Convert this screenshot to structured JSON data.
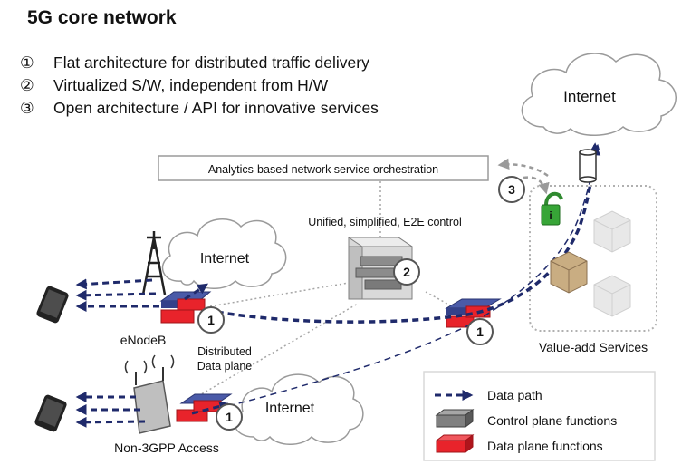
{
  "title": "5G core network",
  "points": [
    {
      "num": "①",
      "text": "Flat architecture for distributed traffic delivery"
    },
    {
      "num": "②",
      "text": "Virtualized S/W, independent from H/W"
    },
    {
      "num": "③",
      "text": "Open architecture / API for innovative services"
    }
  ],
  "orchestration_label": "Analytics-based network service orchestration",
  "control_label": "Unified, simplified, E2E control",
  "clouds": {
    "top_right": "Internet",
    "mid_left": "Internet",
    "bottom": "Internet"
  },
  "labels": {
    "enodeb": "eNodeB",
    "distributed_line1": "Distributed",
    "distributed_line2": "Data plane",
    "value_add": "Value-add Services",
    "non3gpp": "Non-3GPP Access"
  },
  "badges": {
    "enodeb": "1",
    "control": "2",
    "value_add": "3",
    "core_router": "1",
    "non3gpp": "1"
  },
  "legend": [
    {
      "icon": "data-path-arrow",
      "label": "Data path"
    },
    {
      "icon": "control-plane-block",
      "label": "Control plane functions"
    },
    {
      "icon": "data-plane-block",
      "label": "Data plane functions"
    }
  ],
  "colors": {
    "data_path": "#1f2a6b",
    "data_plane": "#e8232b",
    "control_plane": "#808080",
    "dotted_link": "#a6a6a6"
  }
}
